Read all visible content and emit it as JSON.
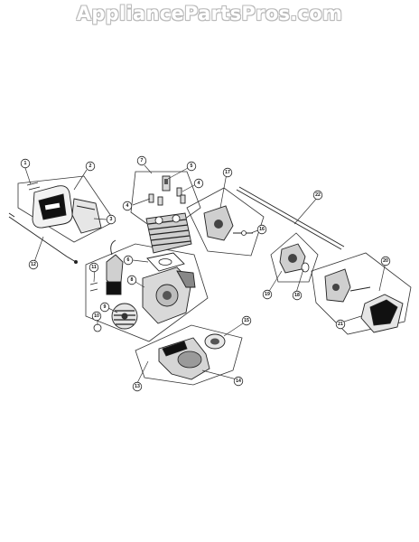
{
  "watermark": "AppliancePartsPros.com",
  "diagram": {
    "callouts": [
      "1",
      "2",
      "3",
      "4",
      "4",
      "5",
      "6",
      "7",
      "8",
      "9",
      "10",
      "11",
      "12",
      "13",
      "14",
      "15",
      "16",
      "17",
      "18",
      "19",
      "20",
      "21",
      "22"
    ]
  }
}
